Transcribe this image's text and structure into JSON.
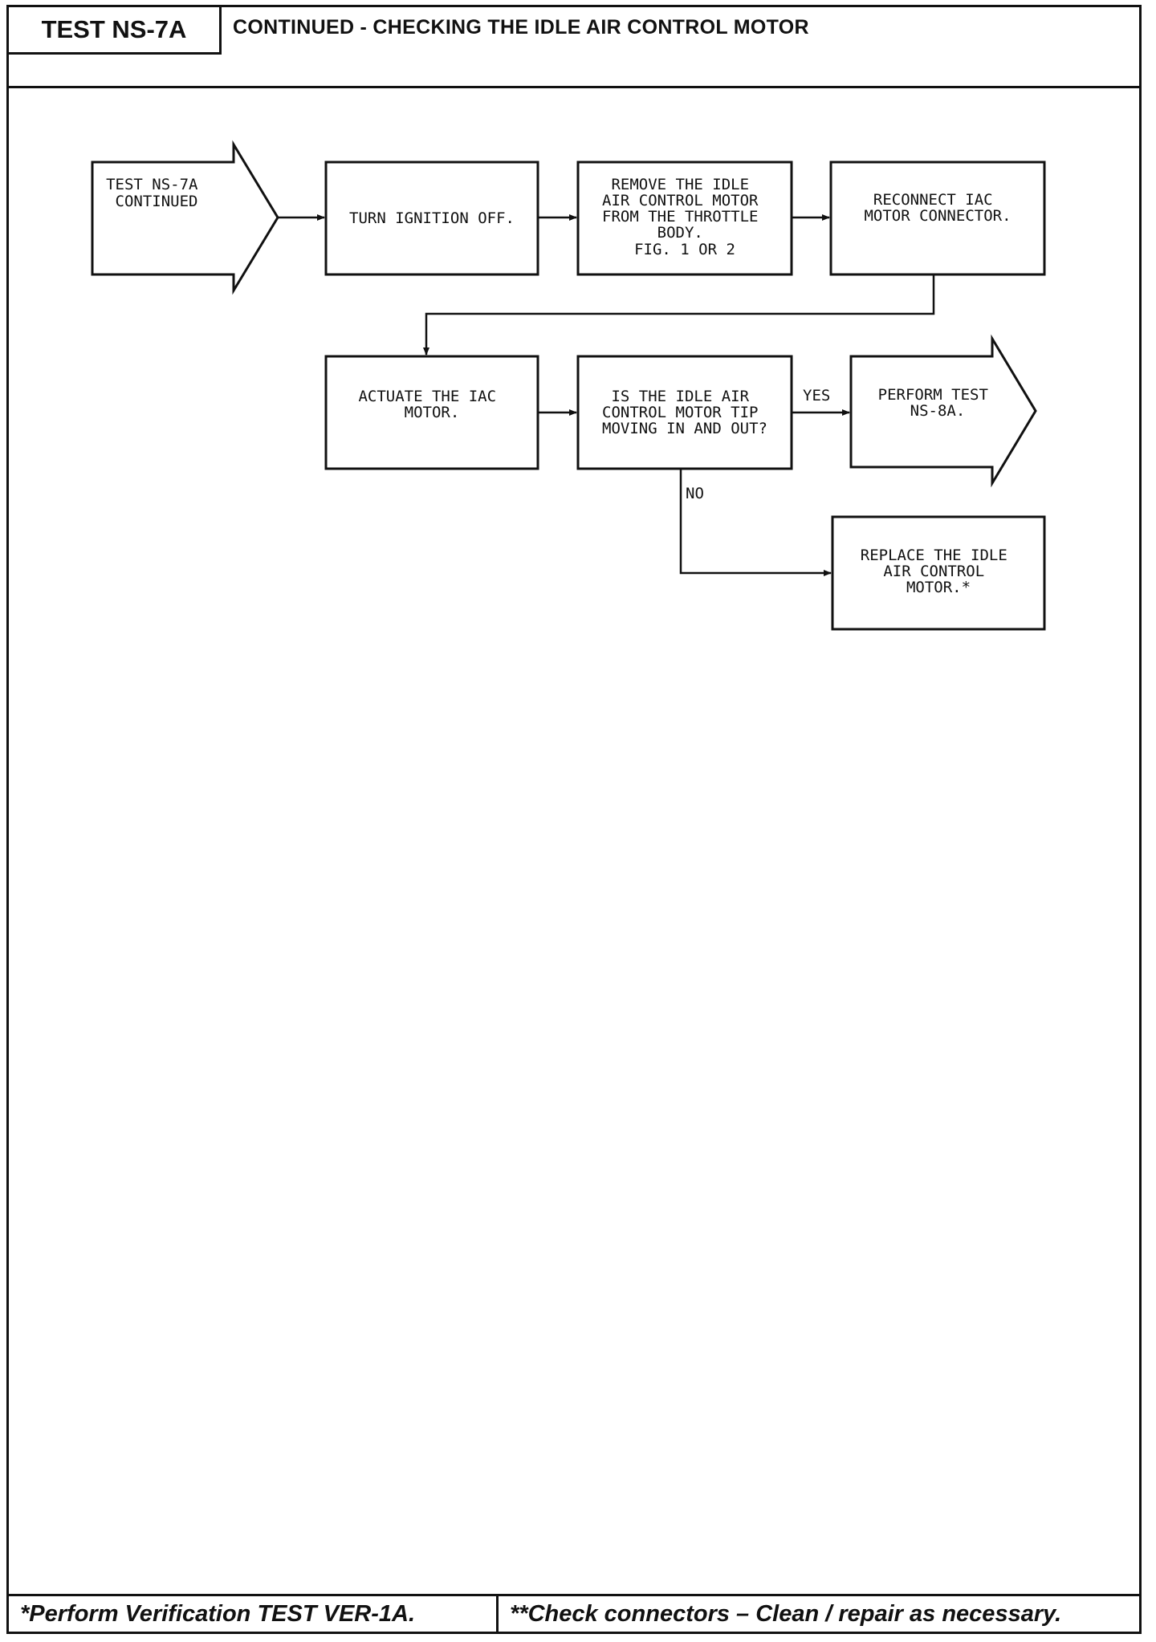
{
  "header": {
    "test_id": "TEST NS-7A",
    "title": "CONTINUED - CHECKING THE IDLE AIR CONTROL MOTOR"
  },
  "flowchart": {
    "start": {
      "lines": [
        "TEST NS-7A",
        "CONTINUED"
      ]
    },
    "step_ignition": {
      "lines": [
        "TURN IGNITION OFF."
      ]
    },
    "step_remove": {
      "lines": [
        "REMOVE THE IDLE",
        "AIR CONTROL MOTOR",
        "FROM THE THROTTLE",
        "BODY.",
        "FIG. 1 OR 2"
      ]
    },
    "step_reconnect": {
      "lines": [
        "RECONNECT IAC",
        "MOTOR CONNECTOR."
      ]
    },
    "step_actuate": {
      "lines": [
        "ACTUATE THE IAC",
        "MOTOR."
      ]
    },
    "decision": {
      "lines": [
        "IS THE IDLE AIR",
        "CONTROL MOTOR TIP",
        "MOVING IN AND OUT?"
      ]
    },
    "yes_label": "YES",
    "no_label": "NO",
    "result_yes": {
      "lines": [
        "PERFORM TEST",
        "NS-8A."
      ]
    },
    "result_no": {
      "lines": [
        "REPLACE THE IDLE",
        "AIR CONTROL",
        "MOTOR.*"
      ]
    }
  },
  "footer": {
    "left": "*Perform Verification TEST VER-1A.",
    "right": "**Check connectors – Clean / repair as necessary."
  }
}
